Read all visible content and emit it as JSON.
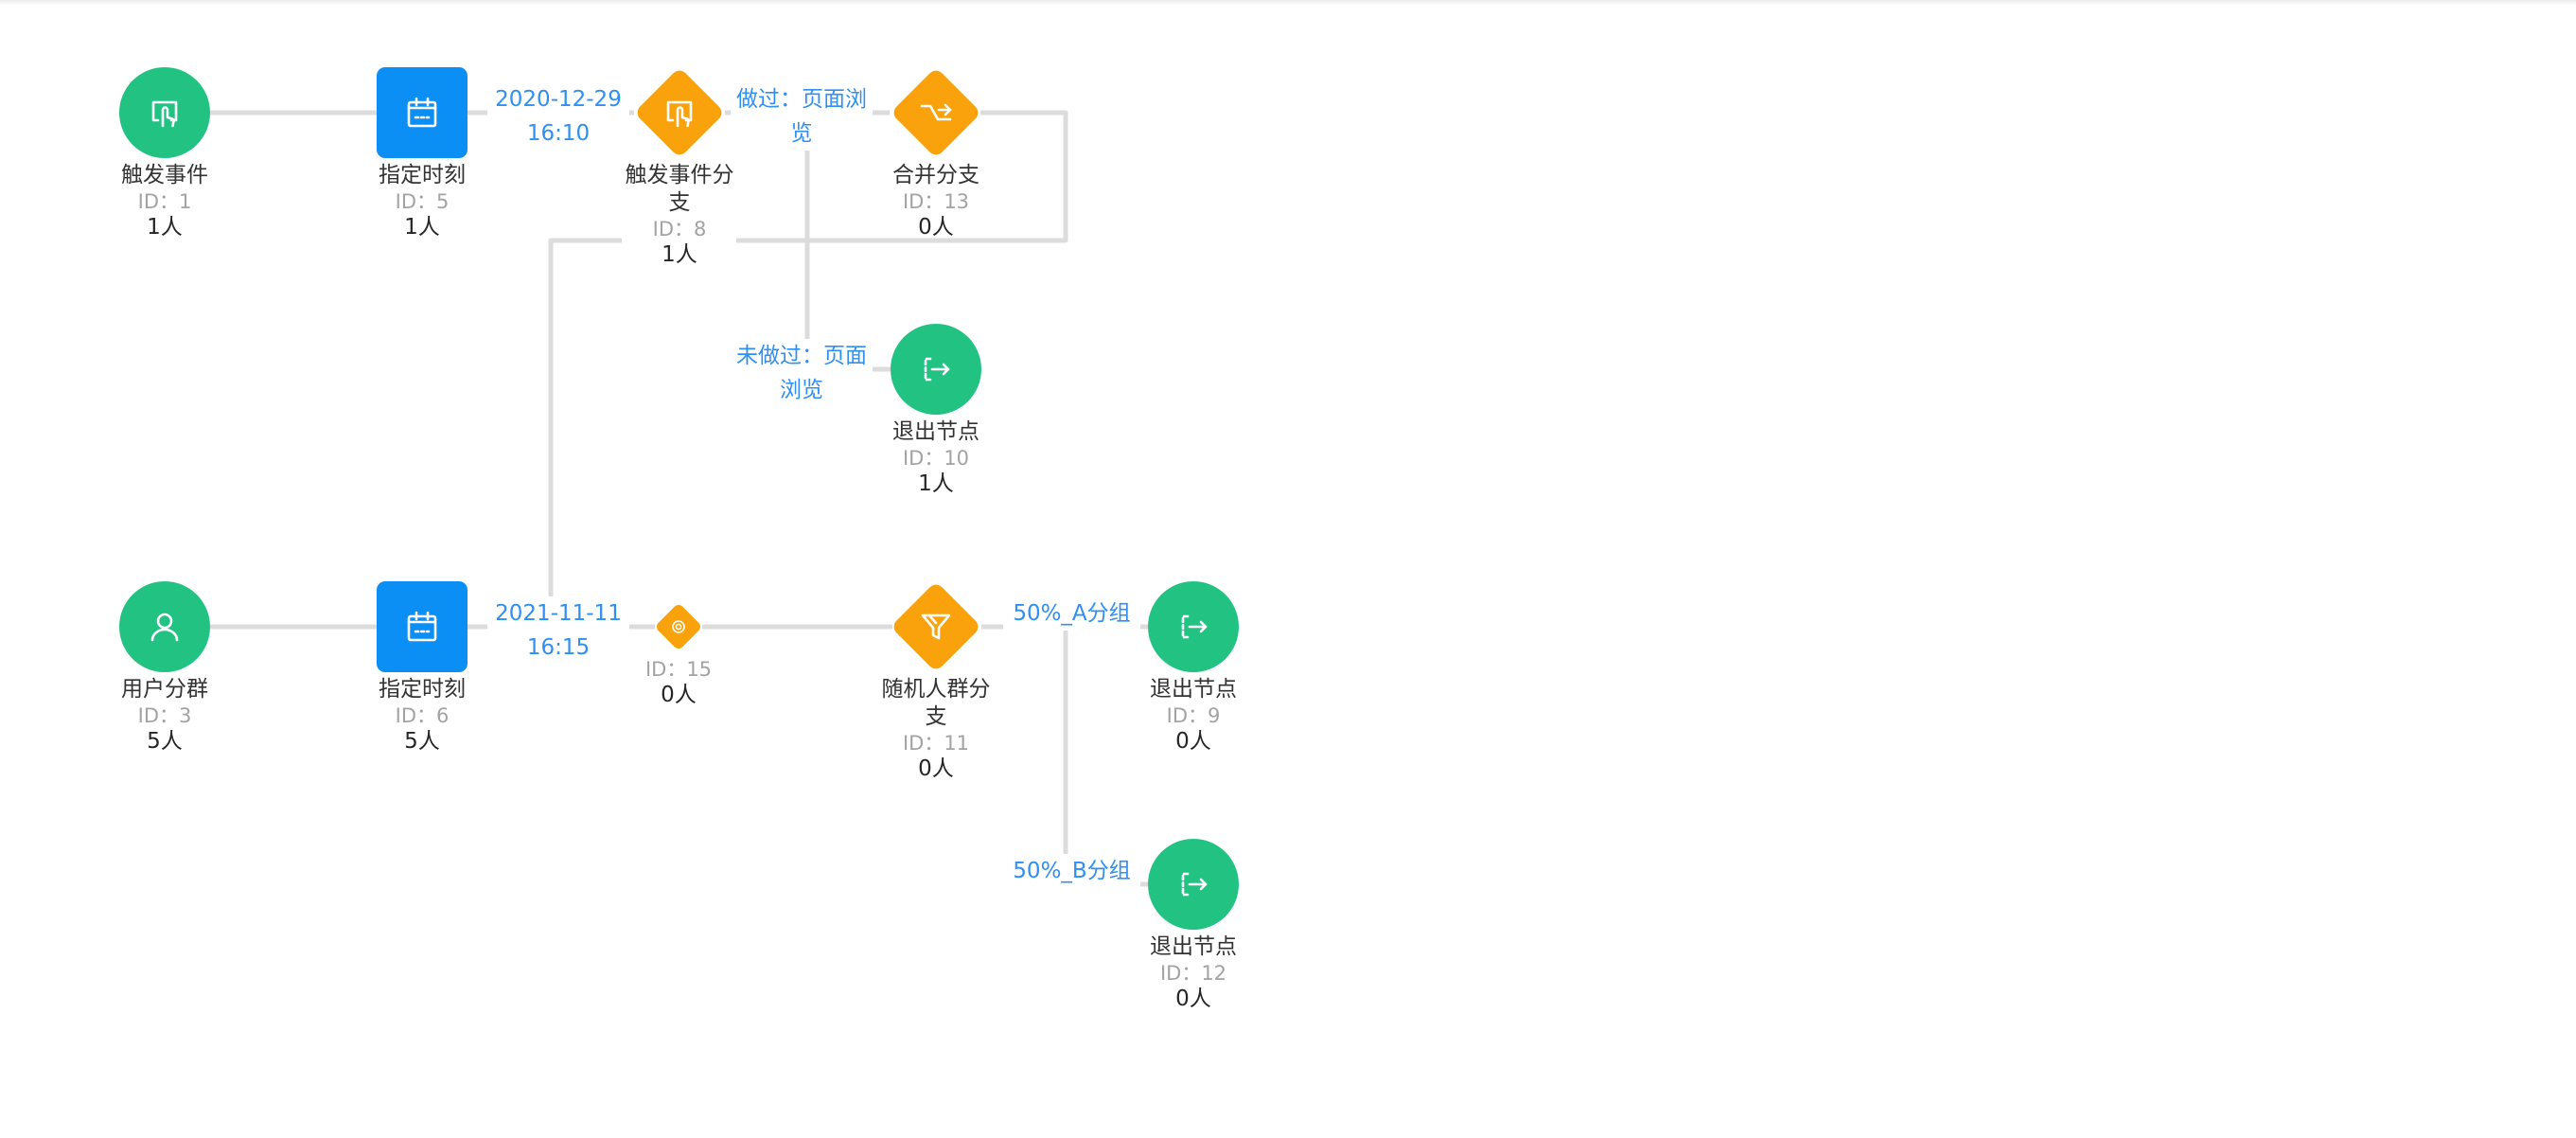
{
  "colors": {
    "start_node": "#22c382",
    "timer_node": "#0c8ff4",
    "branch_node": "#f9a20b",
    "exit_node": "#22c382",
    "edge": "#dcdcdc",
    "edge_label": "#2f8ff2",
    "id_text": "#a3a3a3"
  },
  "nodes": {
    "n1": {
      "title": "触发事件",
      "id_text": "ID：1",
      "count": "1人",
      "icon": "tap-icon"
    },
    "n5": {
      "title": "指定时刻",
      "id_text": "ID：5",
      "count": "1人",
      "icon": "calendar-icon"
    },
    "n8": {
      "title": "触发事件分支",
      "id_text": "ID：8",
      "count": "1人",
      "icon": "tap-icon"
    },
    "n13": {
      "title": "合并分支",
      "id_text": "ID：13",
      "count": "0人",
      "icon": "merge-icon"
    },
    "n10": {
      "title": "退出节点",
      "id_text": "ID：10",
      "count": "1人",
      "icon": "exit-icon"
    },
    "n3": {
      "title": "用户分群",
      "id_text": "ID：3",
      "count": "5人",
      "icon": "user-icon"
    },
    "n6": {
      "title": "指定时刻",
      "id_text": "ID：6",
      "count": "5人",
      "icon": "calendar-icon"
    },
    "n15": {
      "title": "",
      "id_text": "ID：15",
      "count": "0人",
      "icon": "target-icon"
    },
    "n11": {
      "title": "随机人群分支",
      "id_text": "ID：11",
      "count": "0人",
      "icon": "filter-icon"
    },
    "n9": {
      "title": "退出节点",
      "id_text": "ID：9",
      "count": "0人",
      "icon": "exit-icon"
    },
    "n12": {
      "title": "退出节点",
      "id_text": "ID：12",
      "count": "0人",
      "icon": "exit-icon"
    }
  },
  "edge_labels": {
    "time1": {
      "line1": "2020-12-29",
      "line2": "16:10"
    },
    "did": {
      "line1": "做过：页面浏",
      "line2": "览"
    },
    "not_did": {
      "line1": "未做过：页面",
      "line2": "浏览"
    },
    "time2": {
      "line1": "2021-11-11",
      "line2": "16:15"
    },
    "group_a": {
      "line1": "50%_A分组"
    },
    "group_b": {
      "line1": "50%_B分组"
    }
  }
}
